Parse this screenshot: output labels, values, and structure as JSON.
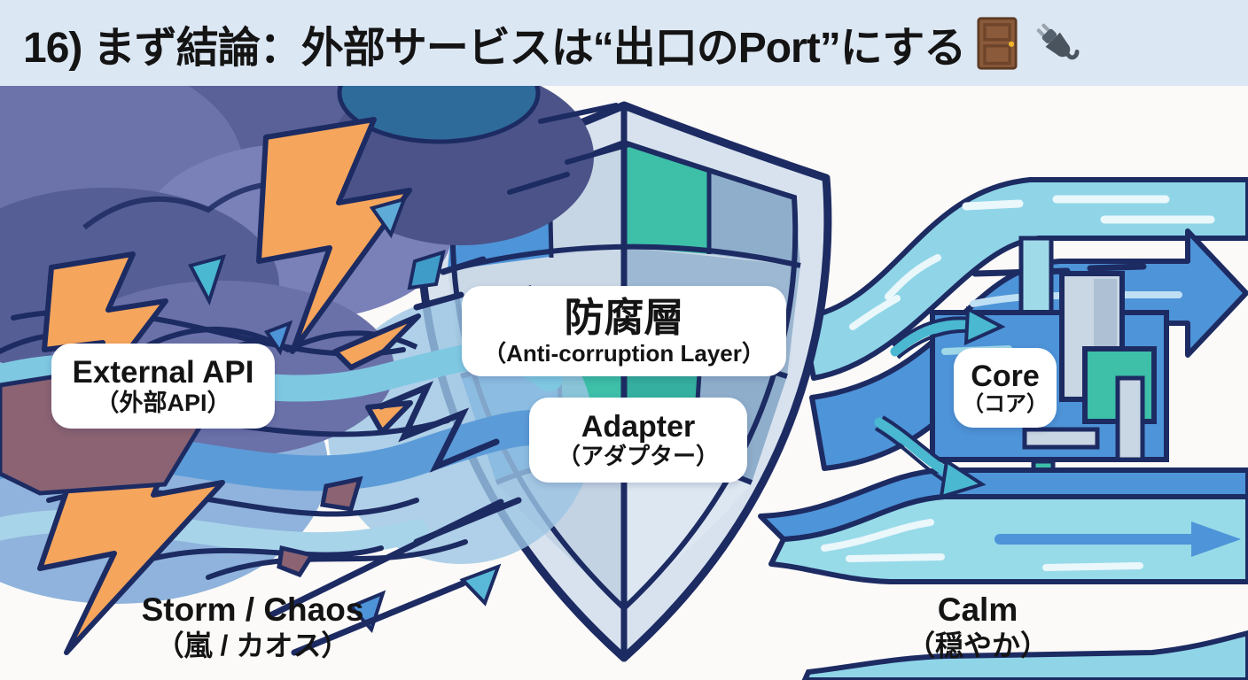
{
  "header": {
    "title": "16) まず結論：外部サービスは“出口のPort”にする",
    "icons": [
      "door",
      "plug"
    ]
  },
  "labels": {
    "external_api": {
      "title": "External API",
      "subtitle": "（外部API）"
    },
    "anti_corruption": {
      "title": "防腐層",
      "subtitle": "（Anti-corruption Layer）"
    },
    "adapter": {
      "title": "Adapter",
      "subtitle": "（アダプター）"
    },
    "core": {
      "title": "Core",
      "subtitle": "（コア）"
    }
  },
  "captions": {
    "storm": {
      "title": "Storm / Chaos",
      "subtitle": "（嵐 / カオス）"
    },
    "calm": {
      "title": "Calm",
      "subtitle": "（穏やか）"
    }
  },
  "colors": {
    "header_bg": "#dce7f4",
    "canvas_bg": "#fbfaf8",
    "outline_navy": "#1d2b63",
    "lightning_orange": "#f5a55c",
    "stream_cyan": "#8fd5e7",
    "stream_blue": "#4e94d8",
    "teal": "#3dbfa8",
    "text_dark": "#141414",
    "label_bg": "#ffffff"
  }
}
